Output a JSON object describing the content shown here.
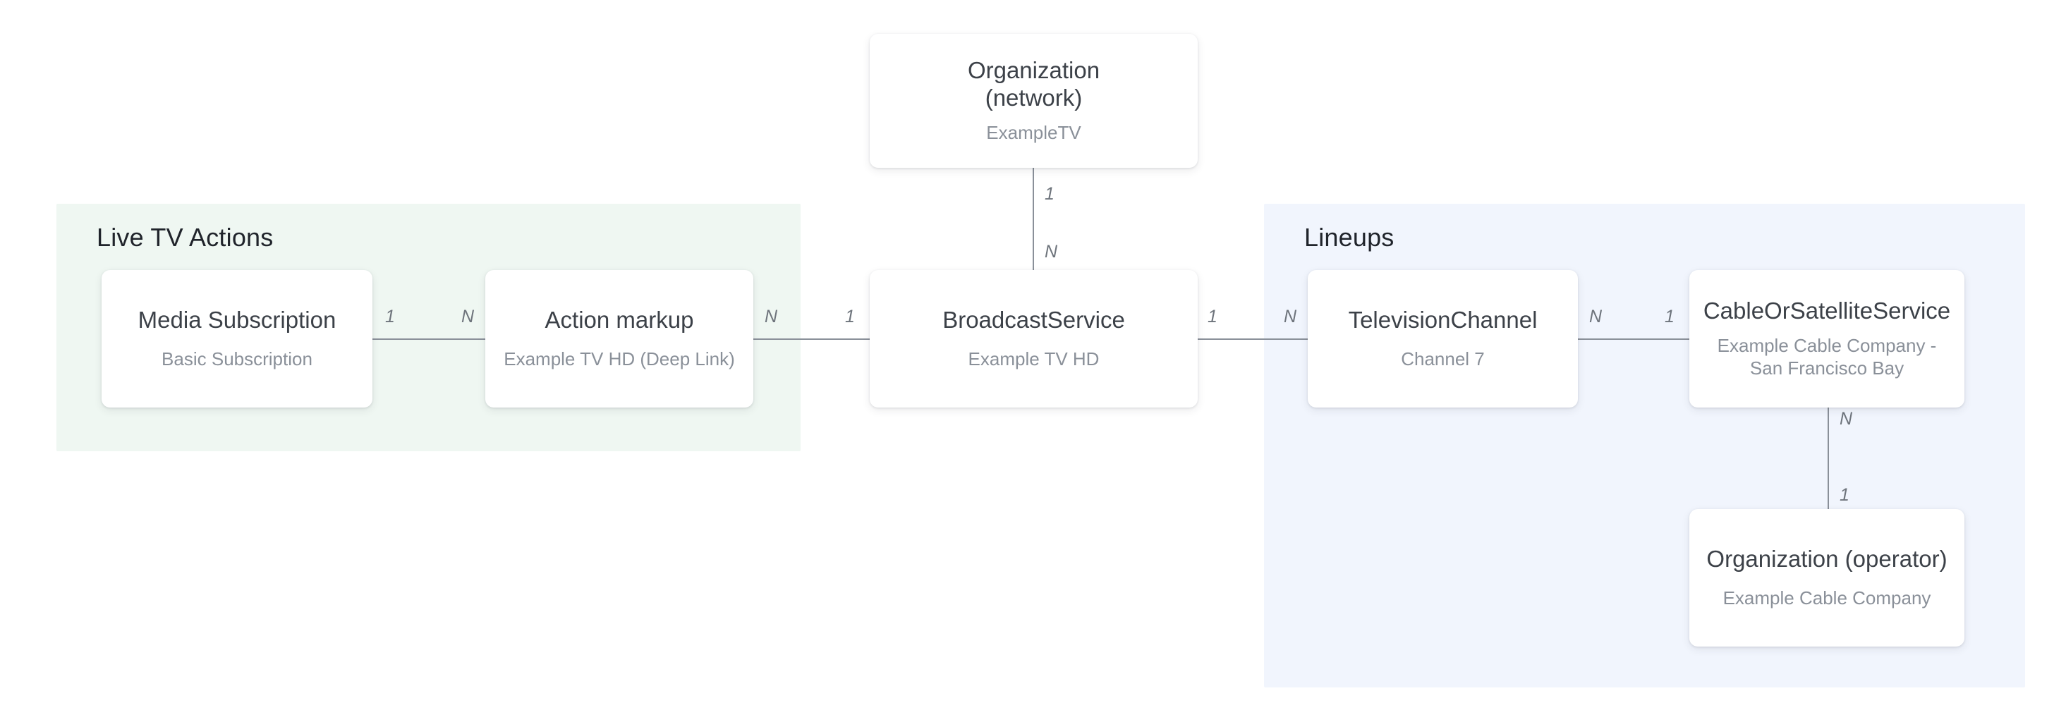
{
  "diagram": {
    "title_hidden": "",
    "groups": [
      {
        "id": "live-tv-actions",
        "label": "Live TV Actions",
        "color": "#eff7f2"
      },
      {
        "id": "lineups",
        "label": "Lineups",
        "color": "#f1f5fd"
      }
    ],
    "nodes": [
      {
        "id": "organization-network",
        "title": "Organization\n(network)",
        "title_line1": "Organization",
        "title_line2": "(network)",
        "subtitle": "ExampleTV"
      },
      {
        "id": "media-subscription",
        "title": "Media Subscription",
        "subtitle": "Basic Subscription"
      },
      {
        "id": "action-markup",
        "title": "Action markup",
        "subtitle": "Example TV HD (Deep Link)"
      },
      {
        "id": "broadcast-service",
        "title": "BroadcastService",
        "subtitle": "Example TV HD"
      },
      {
        "id": "television-channel",
        "title": "TelevisionChannel",
        "subtitle": "Channel 7"
      },
      {
        "id": "cable-or-satellite-service",
        "title": "CableOrSatelliteService",
        "subtitle": "Example Cable Company - San Francisco Bay"
      },
      {
        "id": "organization-operator",
        "title": "Organization (operator)",
        "subtitle": "Example Cable Company"
      }
    ],
    "edges": [
      {
        "id": "media-subscription--action-markup",
        "from": "media-subscription",
        "to": "action-markup",
        "from_cardinality": "1",
        "to_cardinality": "N"
      },
      {
        "id": "action-markup--broadcast-service",
        "from": "action-markup",
        "to": "broadcast-service",
        "from_cardinality": "N",
        "to_cardinality": "1"
      },
      {
        "id": "organization-network--broadcast-service",
        "from": "organization-network",
        "to": "broadcast-service",
        "from_cardinality": "1",
        "to_cardinality": "N"
      },
      {
        "id": "broadcast-service--television-channel",
        "from": "broadcast-service",
        "to": "television-channel",
        "from_cardinality": "1",
        "to_cardinality": "N"
      },
      {
        "id": "television-channel--cable-or-satellite-service",
        "from": "television-channel",
        "to": "cable-or-satellite-service",
        "from_cardinality": "N",
        "to_cardinality": "1"
      },
      {
        "id": "cable-or-satellite-service--organization-operator",
        "from": "cable-or-satellite-service",
        "to": "organization-operator",
        "from_cardinality": "N",
        "to_cardinality": "1"
      }
    ]
  }
}
